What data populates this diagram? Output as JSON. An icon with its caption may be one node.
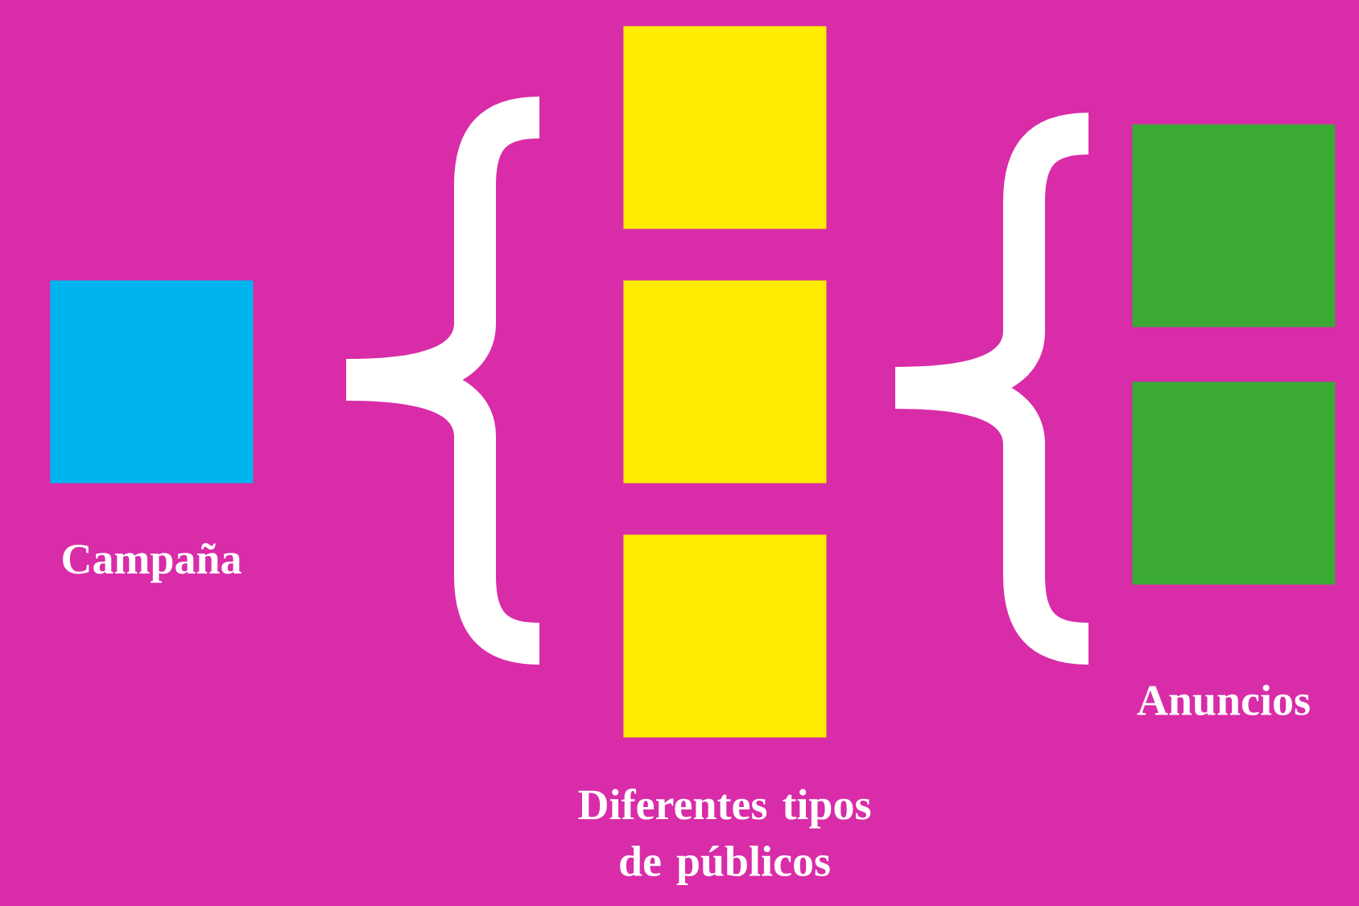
{
  "diagram": {
    "nodes": [
      {
        "text": [
          "Campaña"
        ]
      },
      {
        "text": [],
        "shape": "box"
      },
      {
        "text": [],
        "shape": "box"
      },
      {
        "text": [],
        "shape": "box"
      },
      {
        "text": [],
        "shape": "box"
      },
      {
        "text": [],
        "shape": "box"
      }
    ],
    "labels": [
      "Diferentes tipos de públicos",
      "Anuncios"
    ]
  }
}
